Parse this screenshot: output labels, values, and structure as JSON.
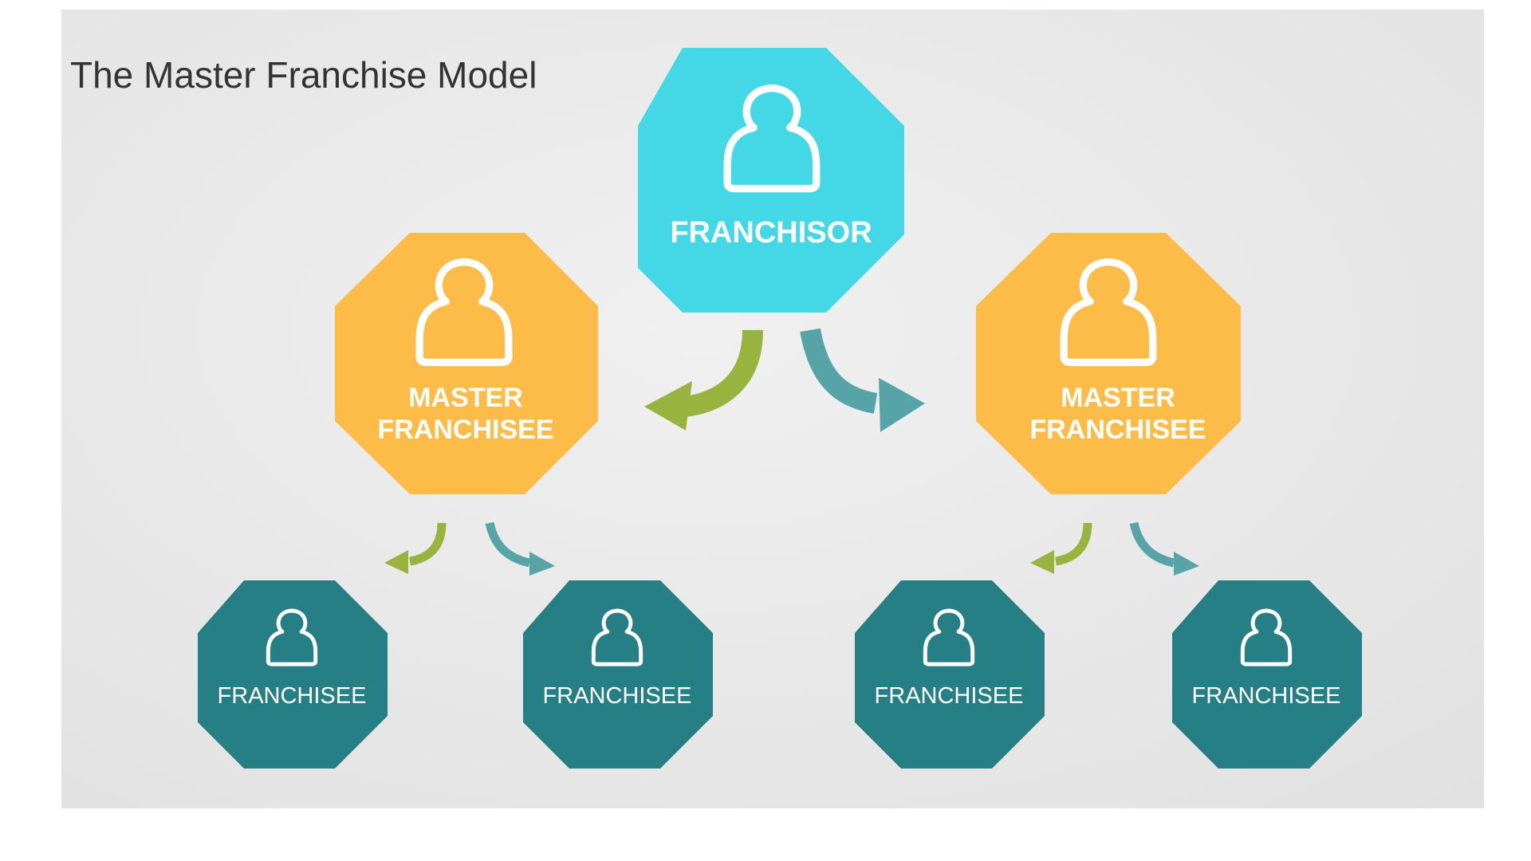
{
  "title": "The Master Franchise Model",
  "colors": {
    "background": "#e8e8e8",
    "franchisor": "#44d8e6",
    "master": "#fdbb47",
    "franchisee": "#267f84",
    "arrow_green": "#98b33e",
    "arrow_teal": "#57a4a8",
    "text_on_node": "#ffffff",
    "title_text": "#333333"
  },
  "nodes": {
    "franchisor": {
      "icon": "person-icon",
      "label_lines": [
        "FRANCHISOR"
      ]
    },
    "master_left": {
      "icon": "person-icon",
      "label_lines": [
        "MASTER",
        "FRANCHISEE"
      ]
    },
    "master_right": {
      "icon": "person-icon",
      "label_lines": [
        "MASTER",
        "FRANCHISEE"
      ]
    },
    "franchisee_1": {
      "icon": "person-icon",
      "label": "FRANCHISEE"
    },
    "franchisee_2": {
      "icon": "person-icon",
      "label": "FRANCHISEE"
    },
    "franchisee_3": {
      "icon": "person-icon",
      "label": "FRANCHISEE"
    },
    "franchisee_4": {
      "icon": "person-icon",
      "label": "FRANCHISEE"
    }
  }
}
